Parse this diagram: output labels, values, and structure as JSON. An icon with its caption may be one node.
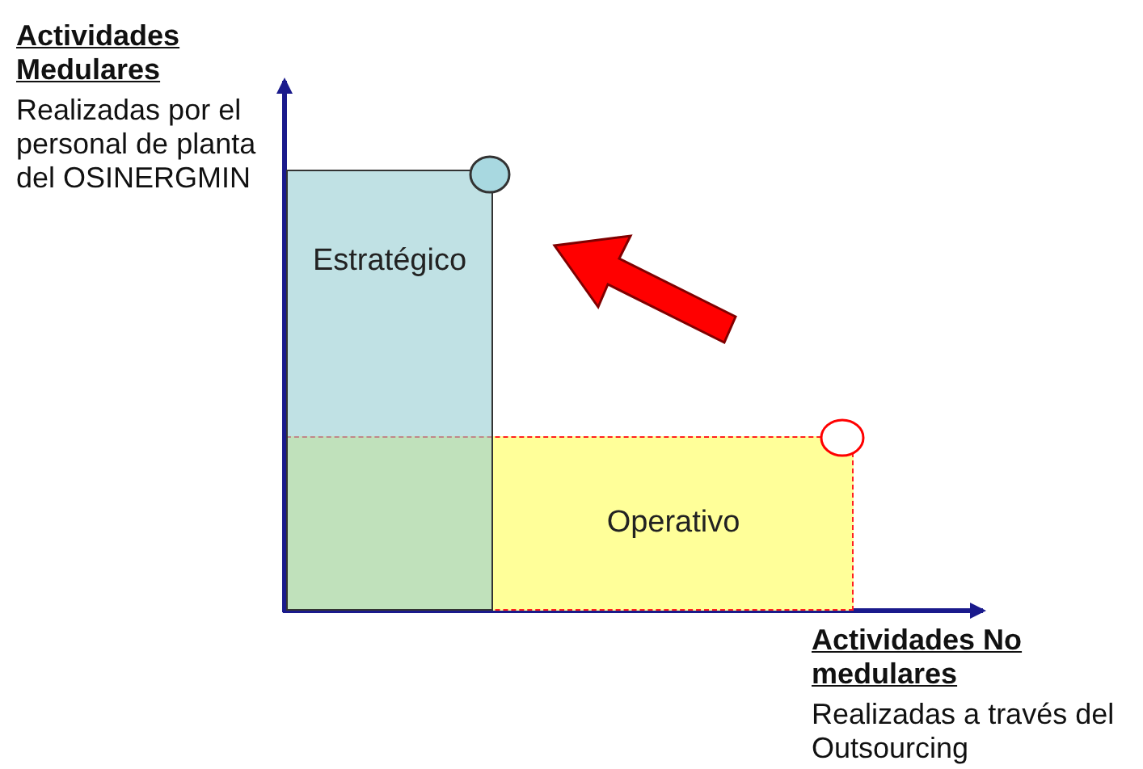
{
  "diagram": {
    "nodes": [
      {
        "text": [
          "Operativo"
        ]
      },
      {
        "text": [
          "Estratégico"
        ]
      },
      {
        "text": [],
        "shape": "circle"
      },
      {
        "text": [],
        "shape": "circle"
      }
    ],
    "labels": [
      "Actividades Medulares",
      "Realizadas por el personal de planta del OSINERGMIN",
      "Actividades No medulares",
      "Realizadas a través del Outsourcing"
    ]
  }
}
